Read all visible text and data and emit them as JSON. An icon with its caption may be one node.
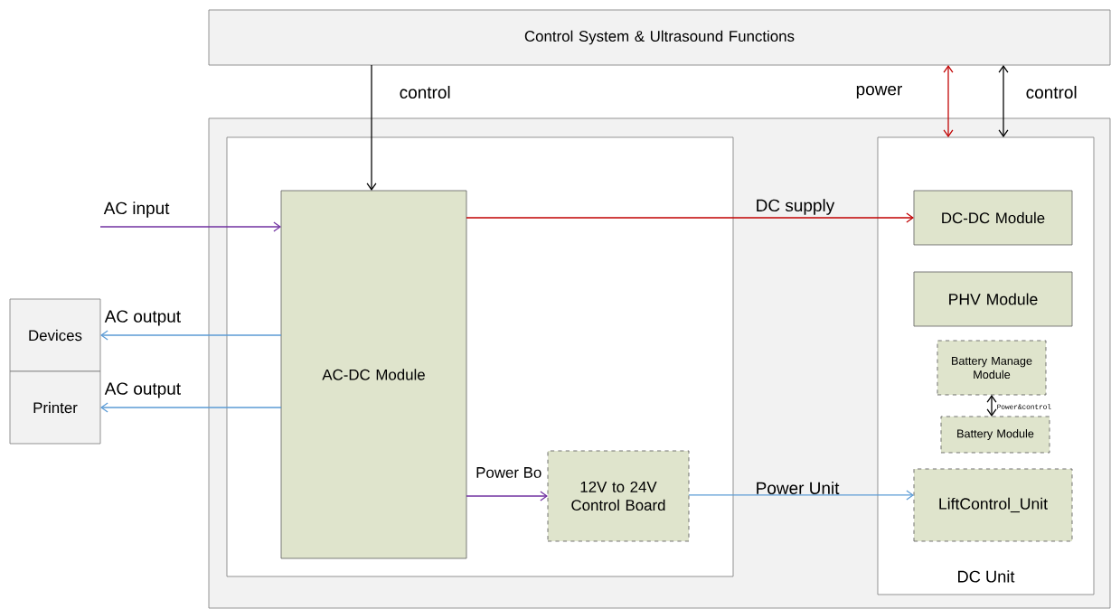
{
  "diagram": {
    "nodes": [
      {
        "text": [
          "Control System & Ultrasound Functions"
        ]
      },
      {
        "text": [],
        "shape": "box"
      },
      {
        "text": [],
        "shape": "box",
        "in": 1
      },
      {
        "text": [
          "AC-DC Module"
        ],
        "in": 2
      },
      {
        "text": [
          "12V to 24V Control Board"
        ],
        "in": 2
      },
      {
        "text": [
          "DC Unit"
        ],
        "in": 1
      },
      {
        "text": [
          "DC-DC Module"
        ],
        "in": 5
      },
      {
        "text": [
          "PHV Module"
        ],
        "in": 5
      },
      {
        "text": [
          "Battery Manage Module"
        ],
        "in": 5
      },
      {
        "text": [
          "Battery Module"
        ],
        "in": 5
      },
      {
        "text": [
          "LiftControl_Unit"
        ],
        "in": 5
      },
      {
        "text": [
          "Devices"
        ]
      },
      {
        "text": [
          "Printer"
        ]
      }
    ],
    "edges": [
      {
        "from": 0,
        "to": 3,
        "arrow": "to",
        "label": "control"
      },
      {
        "from": 0,
        "to": 5,
        "arrow": "both",
        "label": "power",
        "color": "#c00000"
      },
      {
        "from": 0,
        "to": 5,
        "arrow": "both",
        "label": "control"
      },
      {
        "from": null,
        "to": 3,
        "arrow": "to",
        "label": "AC input",
        "color": "#7030a0"
      },
      {
        "from": 3,
        "to": 11,
        "arrow": "to",
        "label": "AC output",
        "color": "#5b9bd5"
      },
      {
        "from": 3,
        "to": 12,
        "arrow": "to",
        "label": "AC output",
        "color": "#5b9bd5"
      },
      {
        "from": 3,
        "to": 6,
        "arrow": "to",
        "label": "DC supply",
        "color": "#c00000"
      },
      {
        "from": 3,
        "to": 4,
        "arrow": "to",
        "label": "Power Bo",
        "color": "#7030a0"
      },
      {
        "from": 4,
        "to": 10,
        "arrow": "to",
        "label": "Power Unit",
        "color": "#5b9bd5"
      },
      {
        "from": 8,
        "to": 9,
        "arrow": "both",
        "label": "Power&control"
      }
    ]
  }
}
